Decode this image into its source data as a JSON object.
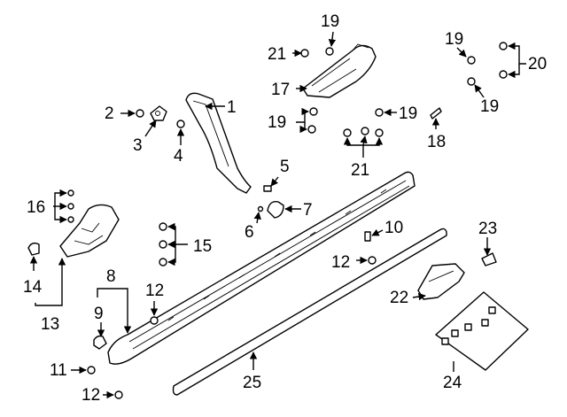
{
  "callouts": {
    "c1": "1",
    "c2": "2",
    "c3": "3",
    "c4": "4",
    "c5": "5",
    "c6": "6",
    "c7": "7",
    "c8": "8",
    "c9": "9",
    "c10": "10",
    "c11": "11",
    "c12": "12",
    "c13": "13",
    "c14": "14",
    "c15": "15",
    "c16": "16",
    "c17": "17",
    "c18": "18",
    "c19": "19",
    "c20": "20",
    "c21": "21",
    "c22": "22",
    "c23": "23",
    "c24": "24",
    "c25": "25"
  },
  "colors": {
    "line": "#000000",
    "background": "#ffffff"
  }
}
